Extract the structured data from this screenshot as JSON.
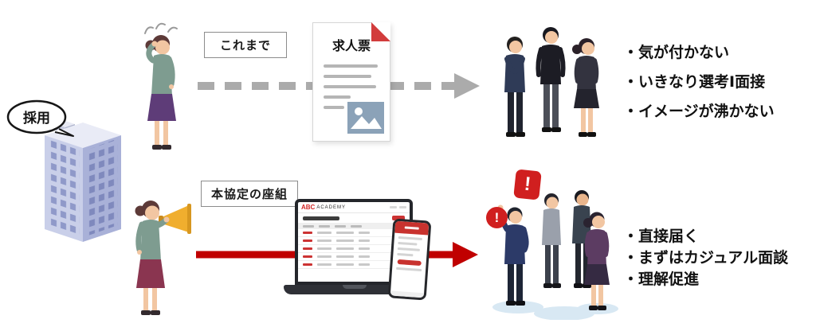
{
  "diagram": {
    "speech_bubble": "採用",
    "top": {
      "label": "これまで",
      "document_title": "求人票",
      "bullets": [
        "・気が付かない",
        "・いきなり選考Ⅰ面接",
        "・イメージが沸かない"
      ]
    },
    "bottom": {
      "label": "本協定の座組",
      "app": {
        "logo_abc": "ABC",
        "logo_academy": "ACADEMY"
      },
      "bullets": [
        "・直接届く",
        "・まずはカジュアル面談",
        "・理解促進"
      ]
    },
    "exclamations": [
      "!",
      "!"
    ],
    "colors": {
      "arrow_gray": "#ababab",
      "arrow_red": "#c00000",
      "alert_red": "#d01f1f",
      "building": "#c9cfe9",
      "megaphone": "#f0ae2e",
      "shadow_blue": "#d8e8f3"
    }
  }
}
